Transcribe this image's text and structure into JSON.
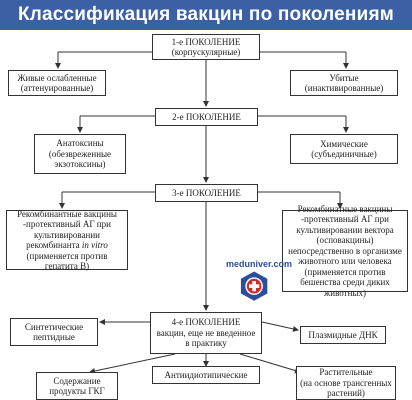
{
  "title": "Классификация вакцин по поколениям",
  "gen1": {
    "label": "1-е ПОКОЛЕНИЕ",
    "sub": "(корпускулярные)"
  },
  "gen2": {
    "label": "2-е ПОКОЛЕНИЕ"
  },
  "gen3": {
    "label": "3-е ПОКОЛЕНИЕ"
  },
  "gen4": {
    "label": "4-е ПОКОЛЕНИЕ",
    "sub": "вакцин, еще не введенное в практику"
  },
  "live": {
    "line1": "Живые ослабленные",
    "line2": "(аттенуированные)"
  },
  "killed": {
    "line1": "Убитые",
    "line2": "(инактивированные)"
  },
  "anatoxins": {
    "line1": "Анатоксины",
    "line2": "(обезвреженные экзотоксины)"
  },
  "chemical": {
    "line1": "Химические",
    "line2": "(субъединичные)"
  },
  "recomb_left": {
    "line1": "Рекомбинантные вакцины -протективный АГ при культивировании рекомбинанта",
    "in_vitro": "in vitro",
    "line2": "(применяется против гепатита В)"
  },
  "recomb_right": {
    "line1": "Рекомбинатные вакцины -протективный АГ при культивировании вектора (осповакцины) непосредственно в организме животного или человека (применяется против бешенства среди диких животных)"
  },
  "synthetic": {
    "line1": "Синтетические пептидные"
  },
  "plasmid": {
    "line1": "Плазмидные ДНК"
  },
  "antiidiotypic": {
    "line1": "Антиидиотипические"
  },
  "ggk": {
    "line1": "Содержание продукты ГКГ"
  },
  "plant": {
    "line1": "Растительные",
    "line2": "(на основе трансгенных растений)"
  },
  "watermark": {
    "text": "meduniver.com"
  }
}
